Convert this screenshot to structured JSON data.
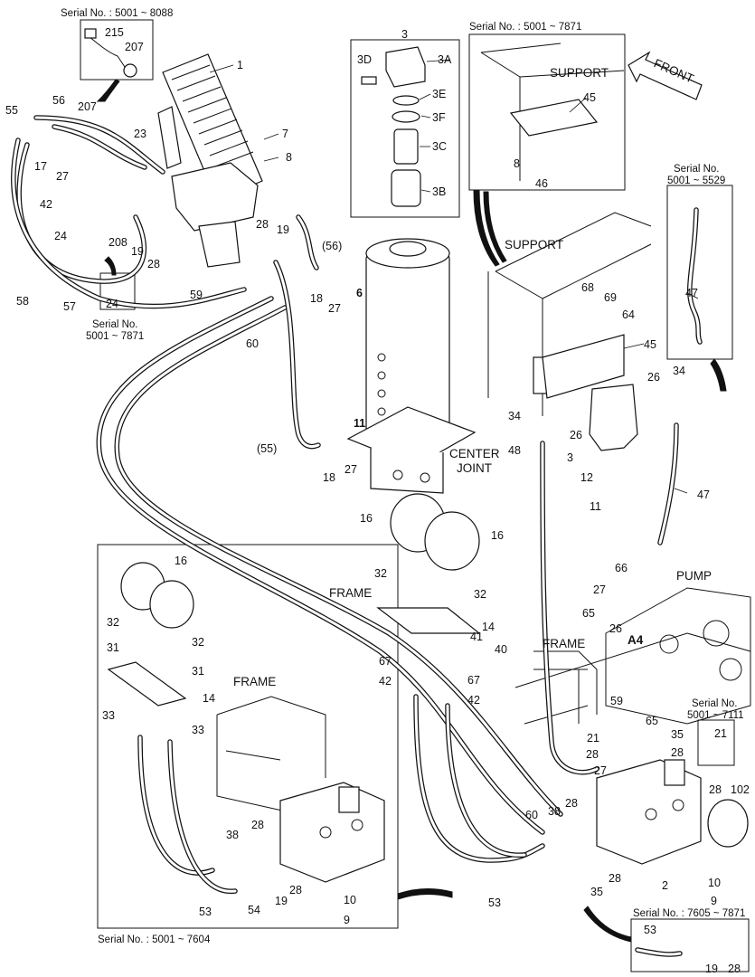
{
  "serials": {
    "s8088": "Serial No. : 5001 ~ 8088",
    "s7871_top": "Serial No. : 5001 ~ 7871",
    "s5529_a": "Serial No.",
    "s5529_b": "5001 ~ 5529",
    "s7871_left_a": "Serial No.",
    "s7871_left_b": "5001 ~ 7871",
    "s7604": "Serial No. : 5001 ~ 7604",
    "s7111_a": "Serial No.",
    "s7111_b": "5001 ~ 7111",
    "s7605": "Serial No. : 7605 ~ 7871"
  },
  "words": {
    "support1": "SUPPORT",
    "support2": "SUPPORT",
    "front": "FRONT",
    "center": "CENTER",
    "joint": "JOINT",
    "frame1": "FRAME",
    "frame2": "FRAME",
    "frame3": "FRAME",
    "pump": "PUMP",
    "a4": "A4"
  },
  "callouts": {
    "c1": "1",
    "c3": "3",
    "c3D": "3D",
    "c3A": "3A",
    "c3E": "3E",
    "c3F": "3F",
    "c3C": "3C",
    "c3B": "3B",
    "c7": "7",
    "c8a": "8",
    "c8b": "8",
    "c45a": "45",
    "c45b": "45",
    "c46": "46",
    "c215": "215",
    "c207a": "207",
    "c207b": "207",
    "c56": "56",
    "c55": "55",
    "c17": "17",
    "c27a": "27",
    "c42a": "42",
    "c24a": "24",
    "c24b": "24",
    "c23": "23",
    "c208": "208",
    "c19a": "19",
    "c28a": "28",
    "c28b": "28",
    "c19b": "19",
    "c58": "58",
    "c57": "57",
    "c59": "59",
    "c60": "60",
    "c56p": "(56)",
    "c18a": "18",
    "c27b": "27",
    "c6": "6",
    "c47a": "47",
    "c47b": "47",
    "c68": "68",
    "c69": "69",
    "c64": "64",
    "c26a": "26",
    "c34a": "34",
    "c34b": "34",
    "c26b": "26",
    "c48": "48",
    "c3b": "3",
    "c12": "12",
    "c11a": "11",
    "c11b": "11",
    "c55p": "(55)",
    "c18b": "18",
    "c27c": "27",
    "c16a": "16",
    "c16b": "16",
    "c16c": "16",
    "c32a": "32",
    "c32b": "32",
    "c32c": "32",
    "c32d": "32",
    "c14a": "14",
    "c14b": "14",
    "c41": "41",
    "c40": "40",
    "c67a": "67",
    "c67b": "67",
    "c42b": "42",
    "c42c": "42",
    "c31a": "31",
    "c31b": "31",
    "c33a": "33",
    "c33b": "33",
    "c66": "66",
    "c27d": "27",
    "c65a": "65",
    "c26c": "26",
    "c21a": "21",
    "c65b": "65",
    "c35a": "35",
    "c28c": "28",
    "c27e": "27",
    "c28d": "28",
    "c21b": "21",
    "c28e": "28",
    "c102": "102",
    "c38a": "38",
    "c28f": "28",
    "c2": "2",
    "c10a": "10",
    "c9a": "9",
    "c35b": "35",
    "c53a": "53",
    "c53b": "53",
    "c53c": "53",
    "c38b": "38",
    "c28g": "28",
    "c19c": "19",
    "c28h": "28",
    "c54": "54",
    "c10b": "10",
    "c9b": "9",
    "c19d": "19",
    "c28i": "28"
  }
}
